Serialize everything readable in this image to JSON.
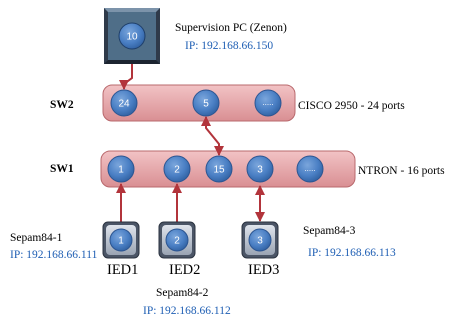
{
  "pc": {
    "title": "Supervision  PC (Zenon)",
    "ip": "IP: 192.168.66.150",
    "port": "10"
  },
  "sw2": {
    "name": "SW2",
    "model": "CISCO  2950 - 24 ports",
    "ports": [
      "24",
      "5",
      "....."
    ]
  },
  "sw1": {
    "name": "SW1",
    "model": "NTRON  - 16 ports",
    "ports": [
      "1",
      "2",
      "15",
      "3",
      "....."
    ]
  },
  "ieds": [
    {
      "relay": "Sepam84-1",
      "ip": "IP: 192.168.66.111",
      "label": "IED1",
      "port": "1"
    },
    {
      "relay": "Sepam84-2",
      "ip": "IP: 192.168.66.112",
      "label": "IED2",
      "port": "2"
    },
    {
      "relay": "Sepam84-3",
      "ip": "IP: 192.168.66.113",
      "label": "IED3",
      "port": "3"
    }
  ],
  "colors": {
    "switch_fill": "#e7a3a6",
    "switch_stroke": "#b9696d",
    "port_fill": "#4a7fc4",
    "port_stroke": "#2c5591",
    "link": "#b2343b",
    "ip_text": "#1f5fb4"
  }
}
